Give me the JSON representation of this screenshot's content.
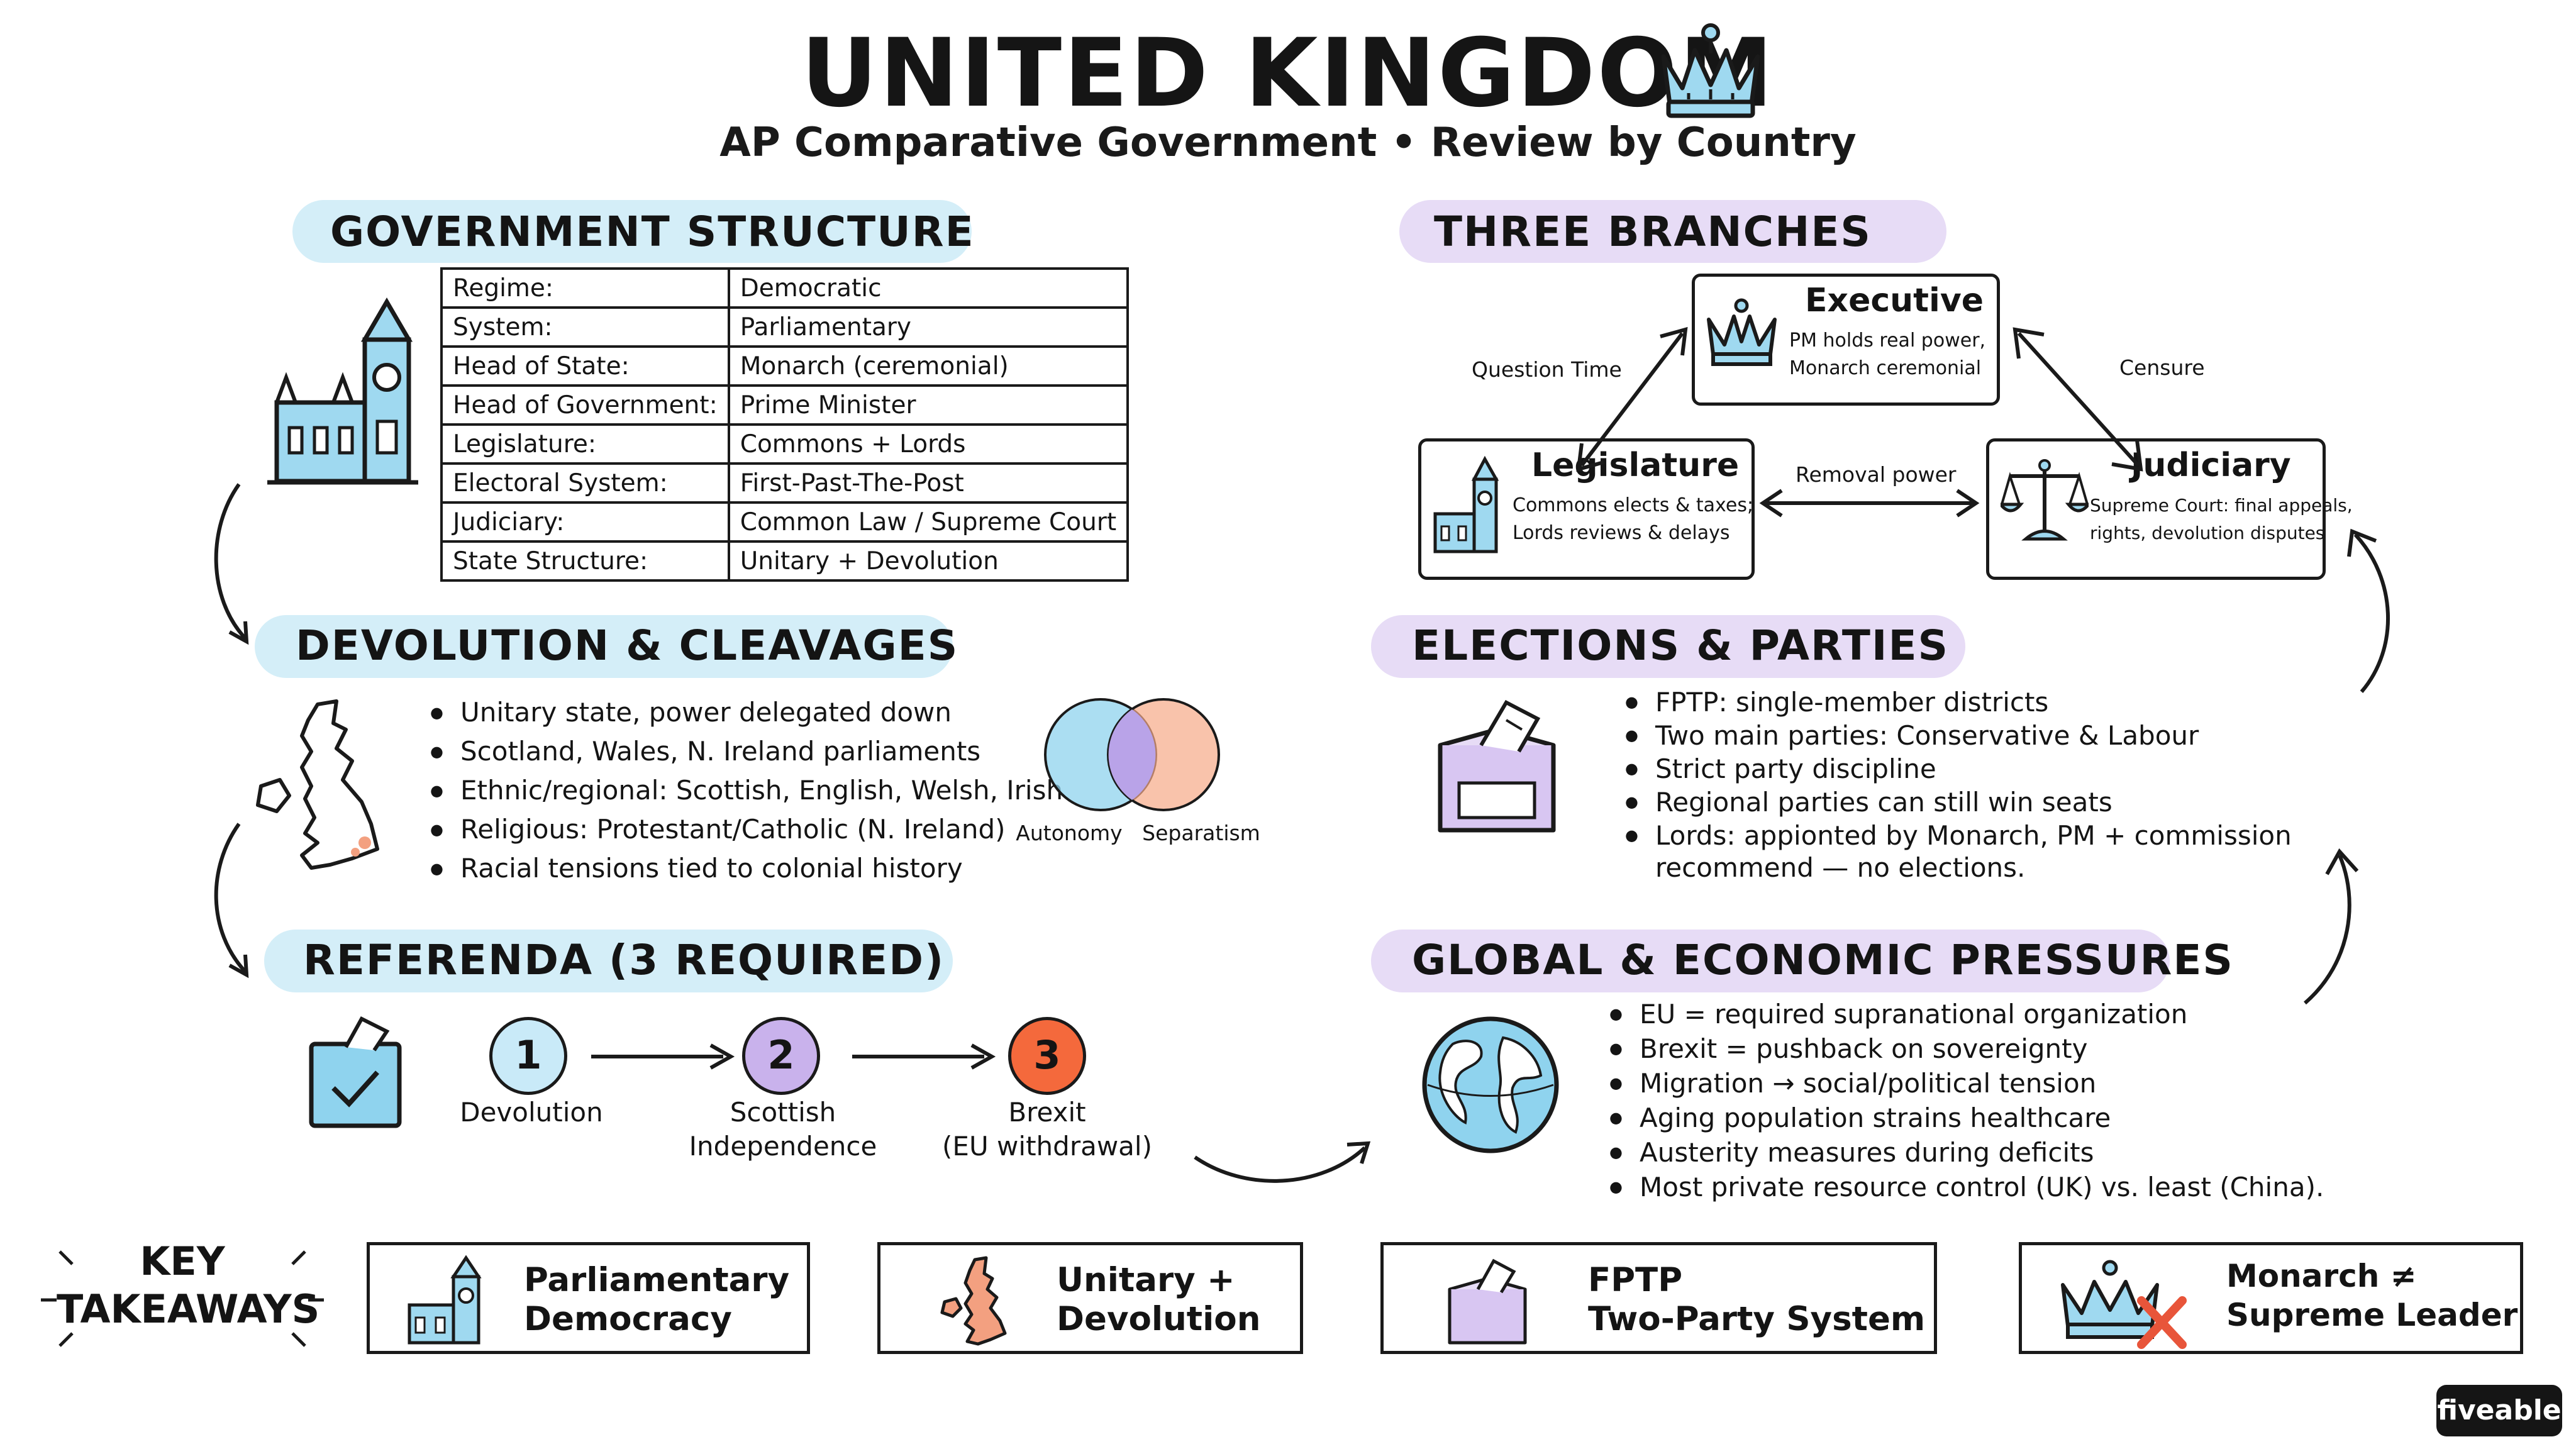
{
  "header": {
    "title": "UNITED KINGDOM",
    "subtitle": "AP Comparative Government • Review by Country"
  },
  "sections": {
    "government_structure": "GOVERNMENT STRUCTURE",
    "devolution": "DEVOLUTION & CLEAVAGES",
    "referenda": "REFERENDA (3 REQUIRED)",
    "three_branches": "THREE BRANCHES",
    "elections": "ELECTIONS & PARTIES",
    "global": "GLOBAL & ECONOMIC PRESSURES"
  },
  "government_table": [
    {
      "key": "Regime:",
      "value": "Democratic"
    },
    {
      "key": "System:",
      "value": "Parliamentary"
    },
    {
      "key": "Head of State:",
      "value": "Monarch (ceremonial)"
    },
    {
      "key": "Head of Government:",
      "value": "Prime Minister"
    },
    {
      "key": "Legislature:",
      "value": "Commons + Lords"
    },
    {
      "key": "Electoral System:",
      "value": "First-Past-The-Post"
    },
    {
      "key": "Judiciary:",
      "value": "Common Law / Supreme Court"
    },
    {
      "key": "State Structure:",
      "value": "Unitary + Devolution"
    }
  ],
  "devolution": {
    "bullets": [
      "Unitary state, power delegated down",
      "Scotland, Wales, N. Ireland parliaments",
      "Ethnic/regional: Scottish, English, Welsh, Irish",
      "Religious: Protestant/Catholic (N. Ireland)",
      "Racial tensions tied to colonial history"
    ],
    "venn_left": "Autonomy",
    "venn_right": "Separatism"
  },
  "referenda": {
    "steps": [
      {
        "num": "1",
        "label": "Devolution",
        "label2": ""
      },
      {
        "num": "2",
        "label": "Scottish",
        "label2": "Independence"
      },
      {
        "num": "3",
        "label": "Brexit",
        "label2": "(EU withdrawal)"
      }
    ]
  },
  "branches": {
    "executive": {
      "title": "Executive",
      "line1": "PM holds real power,",
      "line2": "Monarch ceremonial"
    },
    "legislature": {
      "title": "Legislature",
      "line1": "Commons elects & taxes;",
      "line2": "Lords reviews & delays"
    },
    "judiciary": {
      "title": "Judiciary",
      "line1": "Supreme Court: final appeals,",
      "line2": "rights, devolution disputes"
    },
    "question_time": "Question Time",
    "censure": "Censure",
    "removal_power": "Removal power"
  },
  "elections": {
    "bullets": [
      "FPTP: single-member districts",
      "Two main parties: Conservative & Labour",
      "Strict party discipline",
      "Regional parties can still win seats",
      "Lords: appionted by Monarch, PM + commission"
    ],
    "continuation": "recommend — no elections."
  },
  "global": {
    "bullets": [
      "EU = required supranational organization",
      "Brexit = pushback on sovereignty",
      "Migration → social/political tension",
      "Aging population strains healthcare",
      "Austerity measures during deficits",
      "Most private resource control (UK) vs. least (China)."
    ]
  },
  "takeaways": {
    "heading_line1": "KEY",
    "heading_line2": "TAKEAWAYS",
    "items": [
      {
        "line1": "Parliamentary",
        "line2": "Democracy"
      },
      {
        "line1": "Unitary +",
        "line2": "Devolution"
      },
      {
        "line1": "FPTP",
        "line2": "Two-Party System"
      },
      {
        "line1": "Monarch ≠",
        "line2": "Supreme Leader"
      }
    ]
  },
  "badge": "fiveable",
  "colors": {
    "blue_highlight": "#d4eef8",
    "purple_highlight": "#e7dcf6",
    "icon_blue": "#8fd3ee",
    "icon_purple": "#c9b2ec",
    "icon_orange": "#f3a080"
  }
}
